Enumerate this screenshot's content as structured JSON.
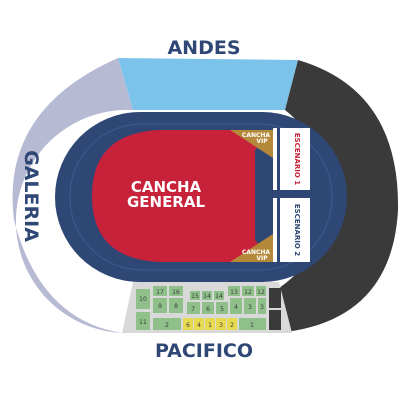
{
  "labels": {
    "andes": "ANDES",
    "galeria": "GALERIA",
    "pacifico": "PACIFICO",
    "cancha_general_1": "CANCHA",
    "cancha_general_2": "GENERAL",
    "cancha_vip_word": "CANCHA",
    "vip_word": "VIP",
    "escenario_1": "ESCENARIO 1",
    "escenario_2": "ESCENARIO 2"
  },
  "pacifico_sections": {
    "s17": "17",
    "s16": "16",
    "s15": "15",
    "s14a": "14",
    "s14b": "14",
    "s13": "13",
    "s12a": "12",
    "s12b": "12",
    "s10": "10",
    "s9": "9",
    "s8": "8",
    "s7": "7",
    "s6": "6",
    "s5": "5",
    "s4": "4",
    "s3a": "3",
    "s3b": "3",
    "s11": "11",
    "s2": "2",
    "s6y": "6",
    "s4y": "4",
    "s1y": "1",
    "s3y": "3",
    "s2y": "2",
    "s1": "1"
  },
  "colors": {
    "andes": "#7cc3ec",
    "galeria": "#b7bad3",
    "east_stand": "#3a3a3a",
    "track": "#2f4775",
    "cancha_general": "#c8213a",
    "cancha_vip": "#b48a3a",
    "escenario": "#2f4775",
    "pacifico_base": "#d9d9d9",
    "pacifico_green": "#8fc08a",
    "pacifico_yellow": "#e8da4e",
    "label_text": "#2f4775"
  }
}
